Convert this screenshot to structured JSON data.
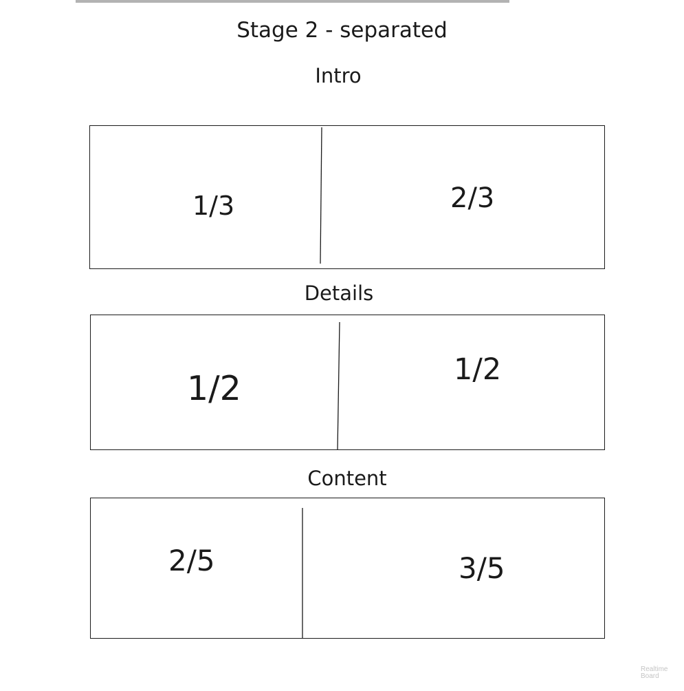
{
  "title": "Stage 2 - separated",
  "sections": [
    {
      "label": "Intro",
      "left": "1/3",
      "right": "2/3"
    },
    {
      "label": "Details",
      "left": "1/2",
      "right": "1/2"
    },
    {
      "label": "Content",
      "left": "2/5",
      "right": "3/5"
    }
  ],
  "watermark": {
    "line1": "Realtime",
    "line2": "Board"
  }
}
